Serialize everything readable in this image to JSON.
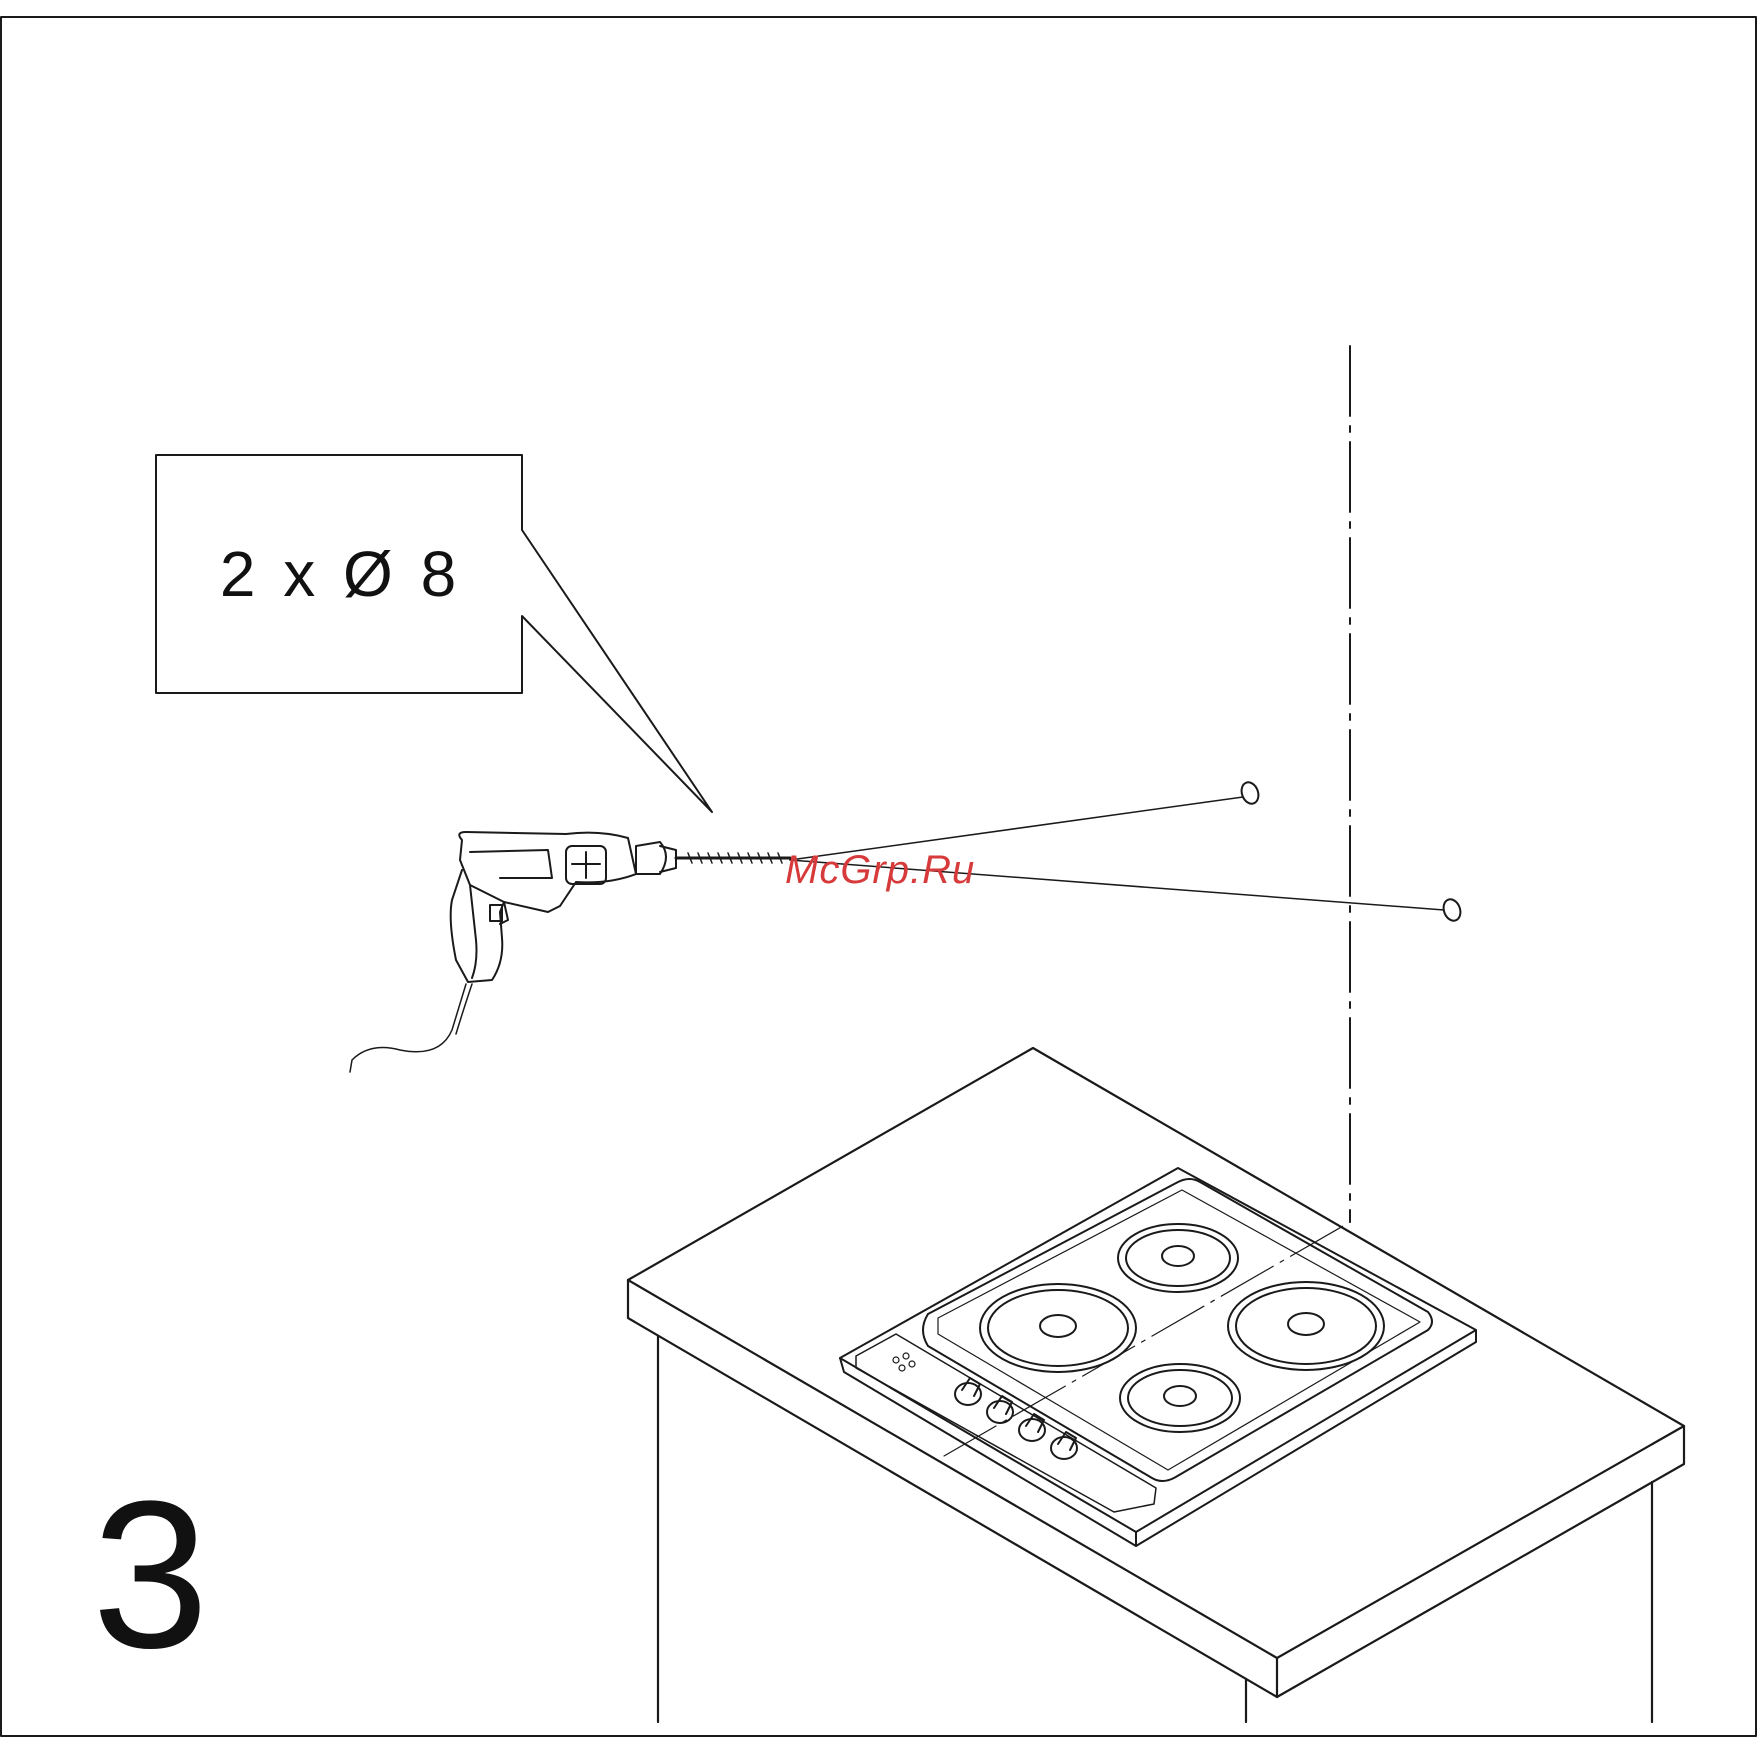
{
  "callout": {
    "text": "2 x Ø 8"
  },
  "step": {
    "number": "3"
  },
  "watermark": {
    "text": "McGrp.Ru"
  },
  "colors": {
    "line": "#1a1a1a",
    "watermark": "#d63a3a",
    "background": "#ffffff"
  }
}
